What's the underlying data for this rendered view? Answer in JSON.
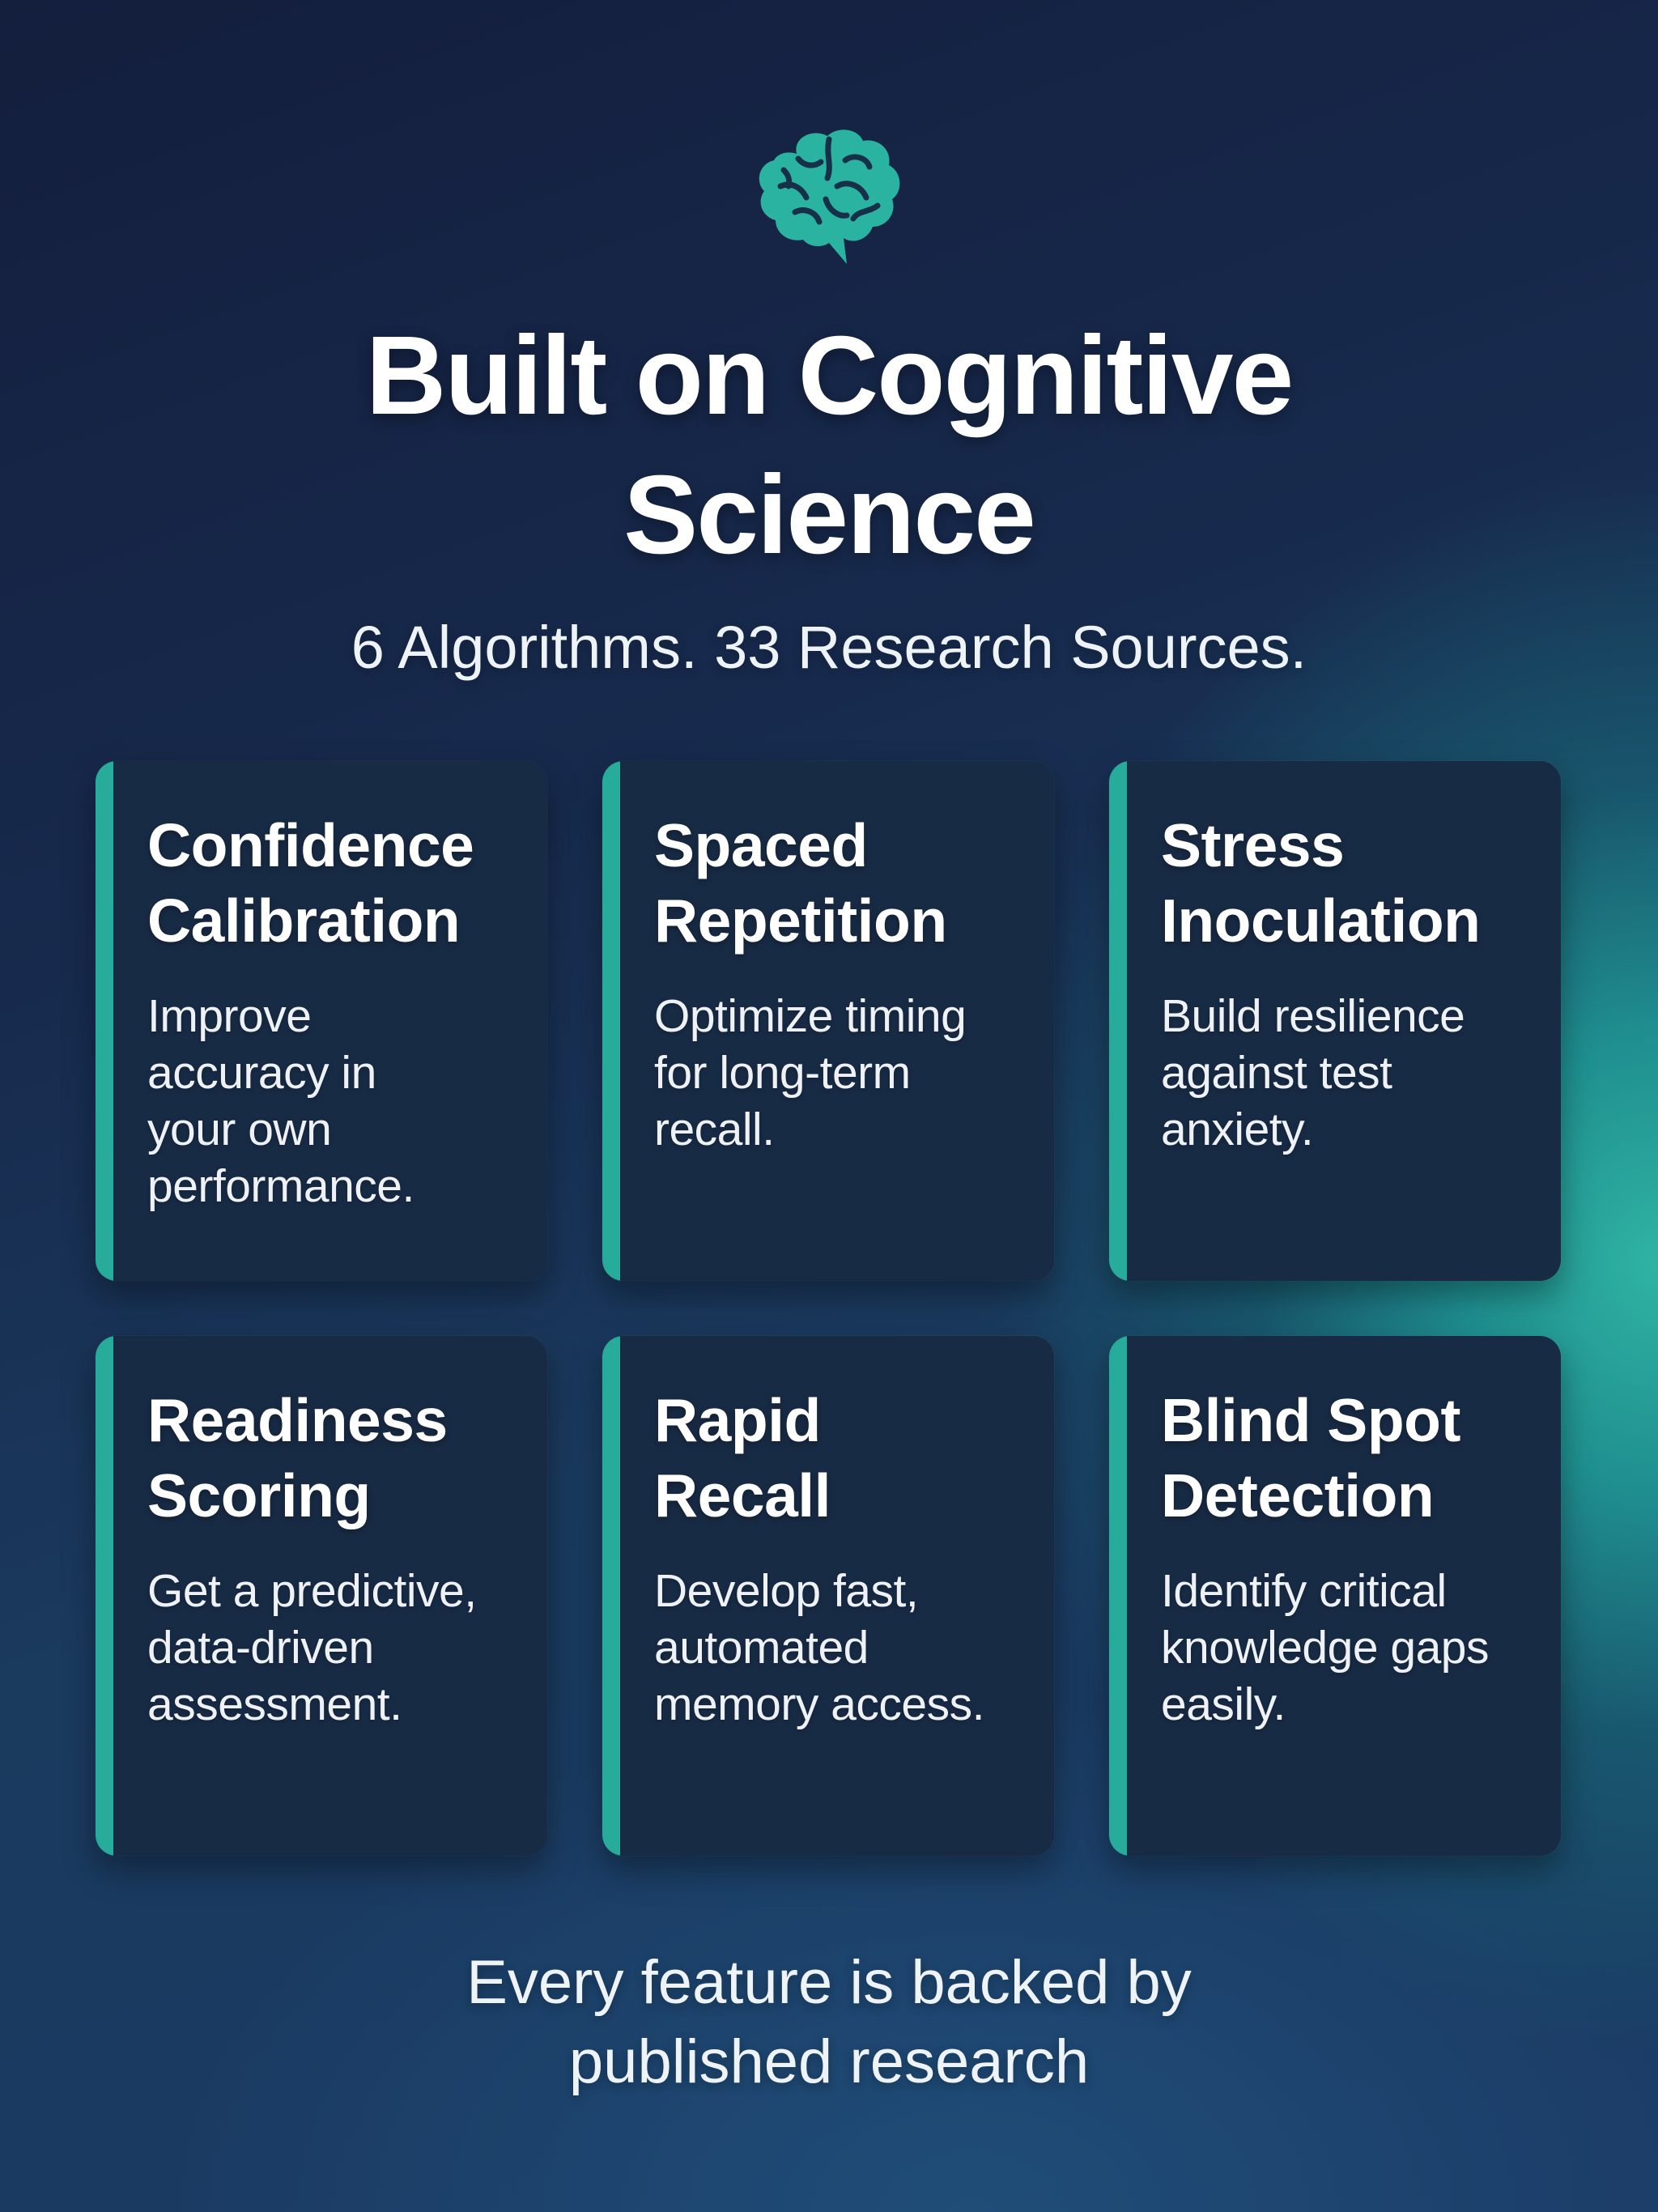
{
  "header": {
    "icon": "brain-icon",
    "title_line1": "Built on Cognitive",
    "title_line2": "Science",
    "subtitle": "6 Algorithms. 33 Research Sources."
  },
  "cards": [
    {
      "title_line1": "Confidence",
      "title_line2": "Calibration",
      "desc_lines": [
        "Improve",
        "accuracy in",
        "your own",
        "performance."
      ]
    },
    {
      "title_line1": "Spaced",
      "title_line2": "Repetition",
      "desc_lines": [
        "Optimize timing",
        "for long-term",
        "recall."
      ]
    },
    {
      "title_line1": "Stress",
      "title_line2": "Inoculation",
      "desc_lines": [
        "Build resilience",
        "against test",
        "anxiety."
      ]
    },
    {
      "title_line1": "Readiness",
      "title_line2": "Scoring",
      "desc_lines": [
        "Get a predictive,",
        "data-driven",
        "assessment."
      ]
    },
    {
      "title_line1": "Rapid",
      "title_line2": "Recall",
      "desc_lines": [
        "Develop fast,",
        "automated",
        "memory access."
      ]
    },
    {
      "title_line1": "Blind Spot",
      "title_line2": "Detection",
      "desc_lines": [
        "Identify critical",
        "knowledge gaps",
        "easily."
      ]
    }
  ],
  "footer": {
    "line1": "Every feature is backed by",
    "line2": "published research"
  },
  "colors": {
    "accent": "#27ab9b",
    "card_background": "#182b45",
    "background_dark": "#141e3d",
    "background_glow": "#2fb3a3"
  }
}
